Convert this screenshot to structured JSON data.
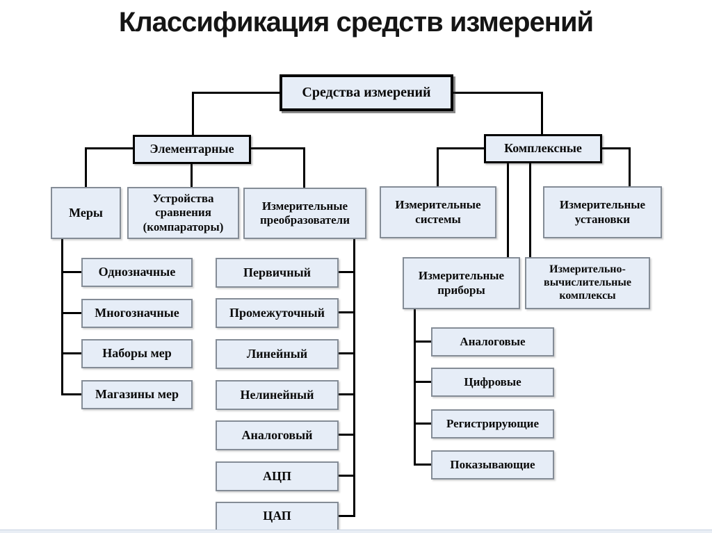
{
  "title": "Классификация средств измерений",
  "colors": {
    "box_fill": "#e6edf7",
    "parent_border": "#000000",
    "child_border": "#848c96",
    "connector": "#000000",
    "title_text": "#151515"
  },
  "nodes": {
    "root": "Средства измерений",
    "elementary": "Элементарные",
    "complex": "Комплексные",
    "measures": "Меры",
    "comparators": "Устройства сравнения (компараторы)",
    "transducers": "Измерительные преобразователи",
    "systems": "Измерительные системы",
    "installations": "Измерительные установки",
    "instruments": "Измерительные приборы",
    "computing": "Измерительно-вычислительные комплексы",
    "measures_children": [
      "Однозначные",
      "Многозначные",
      "Наборы мер",
      "Магазины мер"
    ],
    "transducer_children": [
      "Первичный",
      "Промежуточный",
      "Линейный",
      "Нелинейный",
      "Аналоговый",
      "АЦП",
      "ЦАП"
    ],
    "instrument_children": [
      "Аналоговые",
      "Цифровые",
      "Регистрирующие",
      "Показывающие"
    ]
  }
}
